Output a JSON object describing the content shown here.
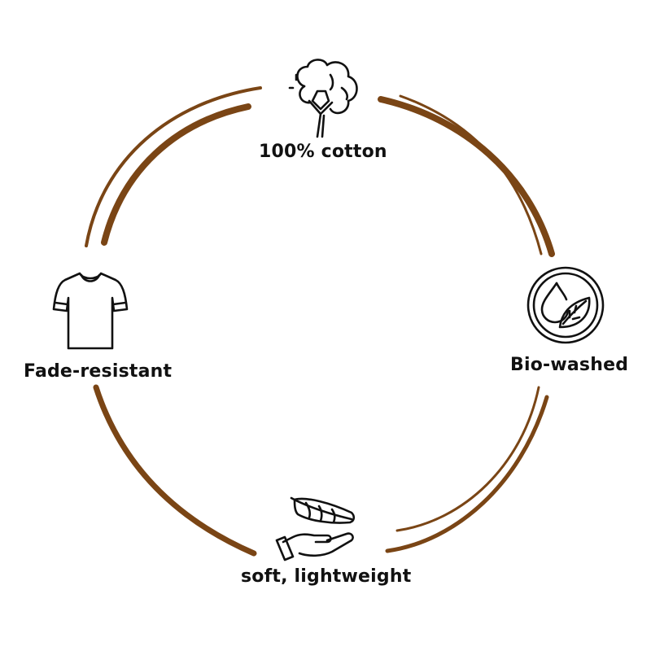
{
  "diagram": {
    "type": "circular-feature-cycle",
    "ring_color": "#7a4515",
    "text_color": "#111111",
    "features": [
      {
        "position": "top",
        "label": "100% cotton",
        "icon": "cotton-flower-icon"
      },
      {
        "position": "right",
        "label": "Bio-washed",
        "icon": "water-drop-leaf-icon"
      },
      {
        "position": "bottom",
        "label": "soft, lightweight",
        "icon": "feather-hand-icon"
      },
      {
        "position": "left",
        "label": "Fade-resistant",
        "icon": "tshirt-icon"
      }
    ]
  }
}
